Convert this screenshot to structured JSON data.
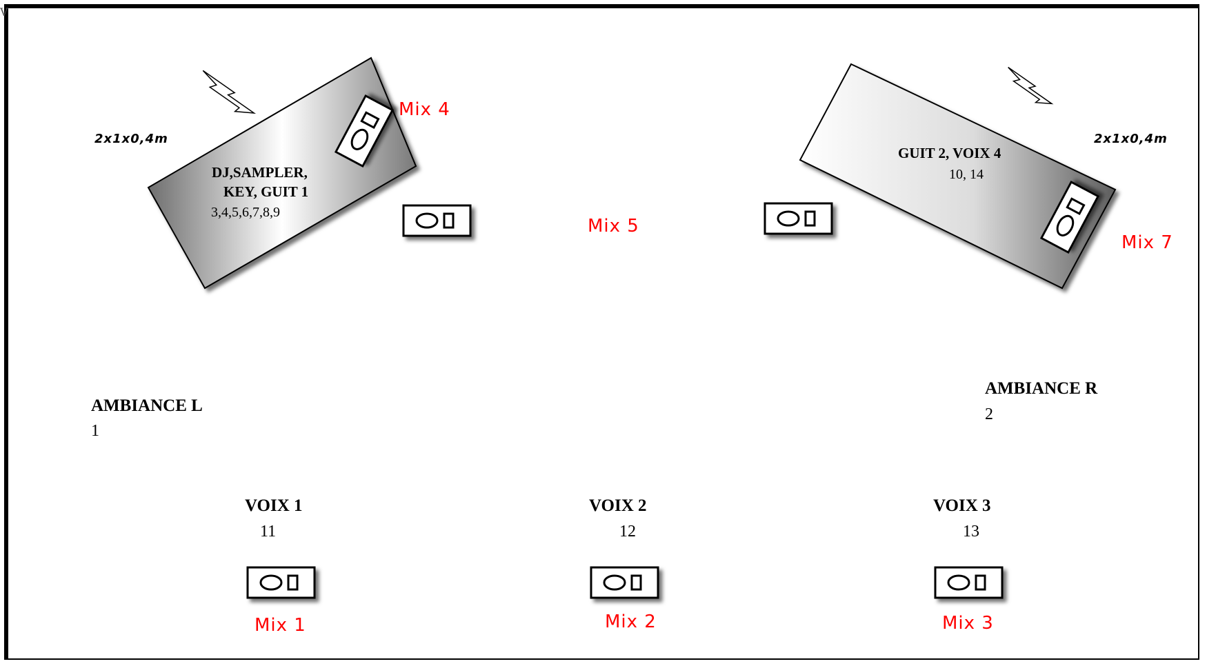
{
  "corner_mark": "V",
  "platforms": {
    "left": {
      "title_line1": "DJ,SAMPLER,",
      "title_line2": "KEY, GUIT 1",
      "channels": "3,4,5,6,7,8,9",
      "dimensions": "2x1x0,4m"
    },
    "right": {
      "title": "GUIT 2, VOIX 4",
      "channels": "10, 14",
      "dimensions": "2x1x0,4m"
    }
  },
  "ambiance": {
    "left": {
      "name": "AMBIANCE L",
      "channel": "1"
    },
    "right": {
      "name": "AMBIANCE R",
      "channel": "2"
    }
  },
  "voices": [
    {
      "name": "VOIX 1",
      "channel": "11"
    },
    {
      "name": "VOIX 2",
      "channel": "12"
    },
    {
      "name": "VOIX 3",
      "channel": "13"
    }
  ],
  "mixes": {
    "mix1": "Mix 1",
    "mix2": "Mix 2",
    "mix3": "Mix 3",
    "mix4": "Mix 4",
    "mix5": "Mix 5",
    "mix7": "Mix 7"
  },
  "colors": {
    "mix_label": "#ff0000",
    "outline": "#000000",
    "platform_gradient_light": "#ffffff",
    "platform_gradient_dark": "#6e6e6e"
  },
  "icons": {
    "monitor": "wedge-monitor-icon",
    "power": "lightning-bolt-icon"
  }
}
